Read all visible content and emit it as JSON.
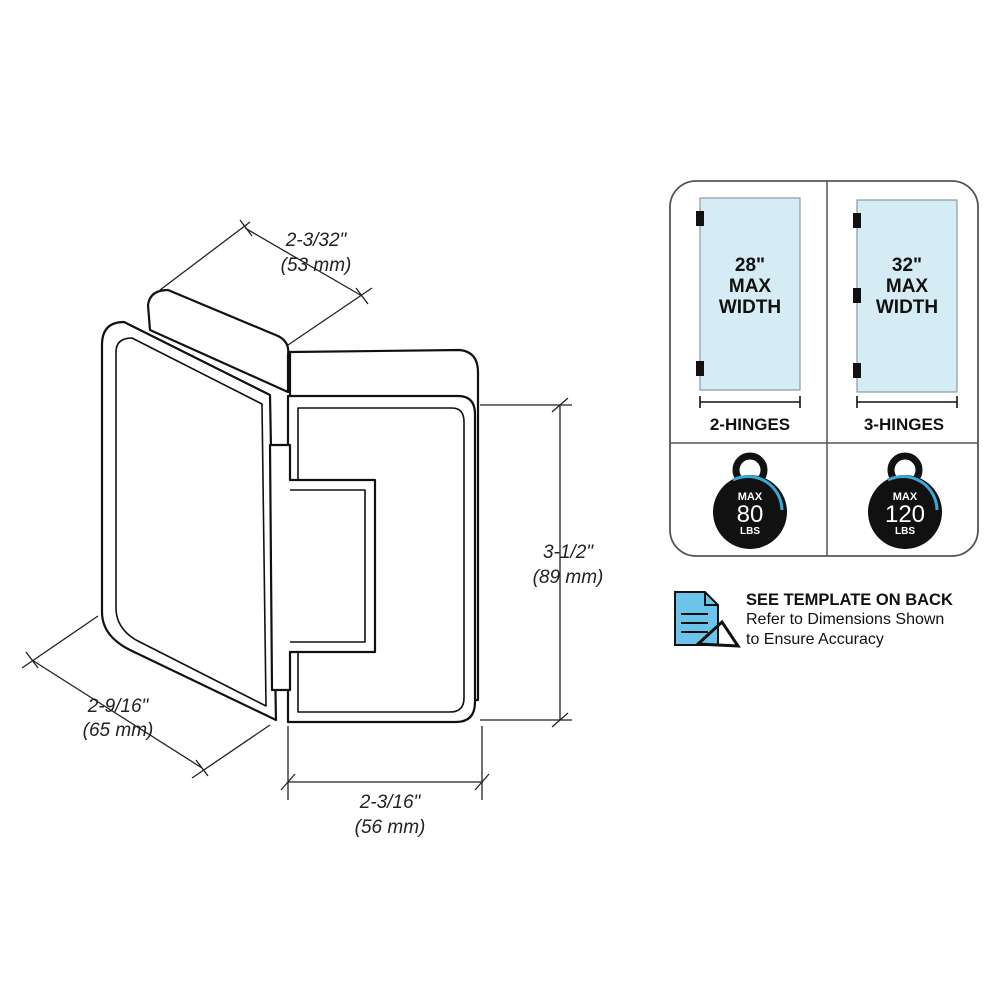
{
  "dimensions": {
    "depth": {
      "imperial": "2-3/32\"",
      "metric": "(53 mm)"
    },
    "height": {
      "imperial": "3-1/2\"",
      "metric": "(89 mm)"
    },
    "width_right": {
      "imperial": "2-3/16\"",
      "metric": "(56 mm)"
    },
    "width_left": {
      "imperial": "2-9/16\"",
      "metric": "(65 mm)"
    }
  },
  "panels": [
    {
      "width": "28\"",
      "line2": "MAX",
      "line3": "WIDTH",
      "hinges_label": "2-HINGES",
      "hinge_count": 2,
      "weight_top": "MAX",
      "weight_value": "80",
      "weight_unit": "LBS"
    },
    {
      "width": "32\"",
      "line2": "MAX",
      "line3": "WIDTH",
      "hinges_label": "3-HINGES",
      "hinge_count": 3,
      "weight_top": "MAX",
      "weight_value": "120",
      "weight_unit": "LBS"
    }
  ],
  "template_note": {
    "title": "SEE TEMPLATE ON BACK",
    "line1": "Refer to Dimensions Shown",
    "line2": "to Ensure Accuracy",
    "icon": "document-template-icon"
  },
  "colors": {
    "glass": "#d6ecf5",
    "accent": "#3aaad8",
    "ink": "#111111"
  }
}
